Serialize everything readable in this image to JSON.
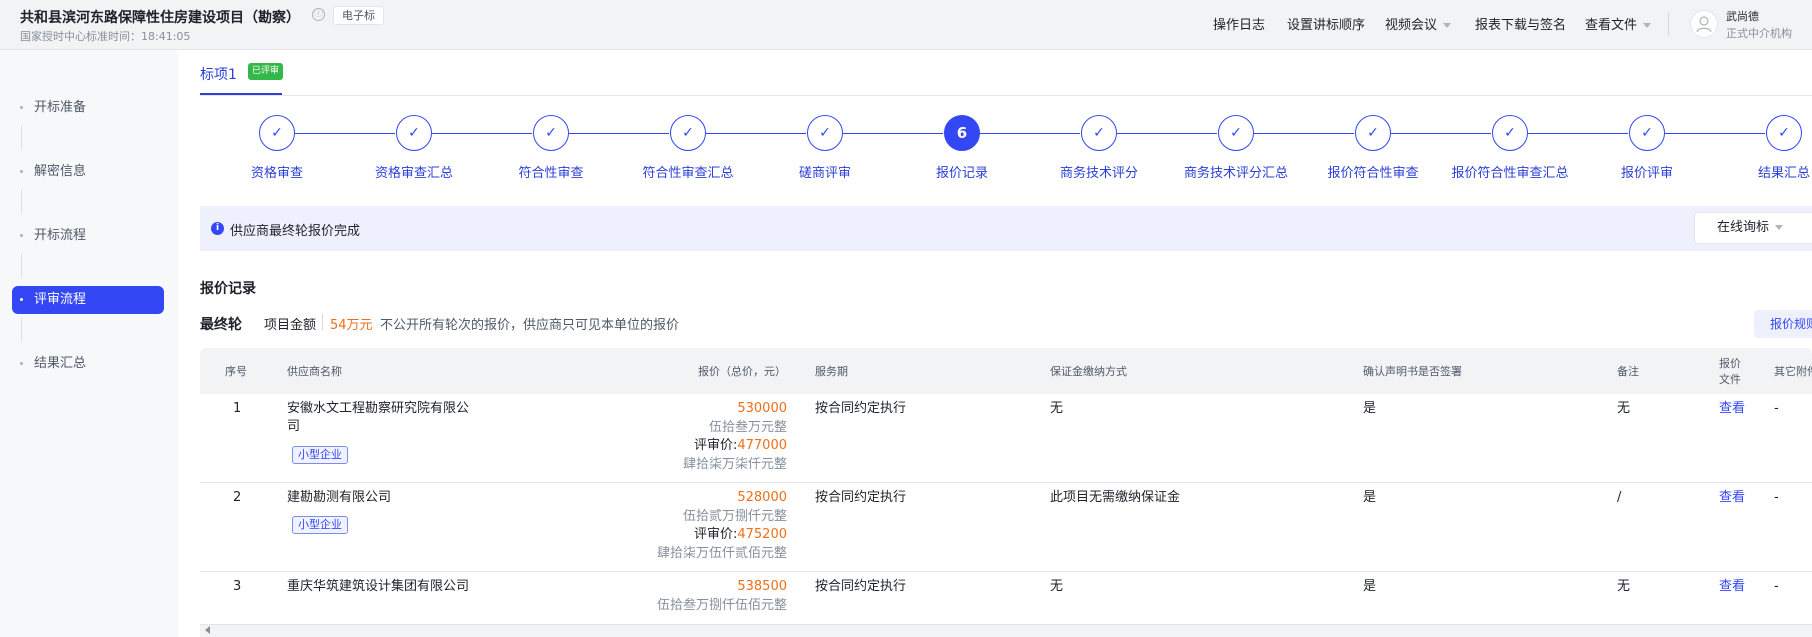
{
  "header": {
    "title": "共和县滨河东路保障性住房建设项目（勘察）",
    "info_icon": "ⓘ",
    "tag": "电子标",
    "time_label": "国家授时中心标准时间：18:41:05",
    "nav": {
      "log": "操作日志",
      "bid_order": "设置讲标顺序",
      "video": "视频会议",
      "report": "报表下载与签名",
      "files": "查看文件"
    },
    "user": {
      "name": "武尚德",
      "org": "正式中介机构"
    }
  },
  "sidebar": {
    "items": [
      {
        "label": "开标准备"
      },
      {
        "label": "解密信息"
      },
      {
        "label": "开标流程"
      },
      {
        "label": "评审流程"
      },
      {
        "label": "结果汇总"
      }
    ]
  },
  "main": {
    "tab": {
      "label": "标项1",
      "badge": "已评审"
    },
    "steps": [
      {
        "label": "资格审查",
        "mark": "✓"
      },
      {
        "label": "资格审查汇总",
        "mark": "✓"
      },
      {
        "label": "符合性审查",
        "mark": "✓"
      },
      {
        "label": "符合性审查汇总",
        "mark": "✓"
      },
      {
        "label": "磋商评审",
        "mark": "✓"
      },
      {
        "label": "报价记录",
        "mark": "6"
      },
      {
        "label": "商务技术评分",
        "mark": "✓"
      },
      {
        "label": "商务技术评分汇总",
        "mark": "✓"
      },
      {
        "label": "报价符合性审查",
        "mark": "✓"
      },
      {
        "label": "报价符合性审查汇总",
        "mark": "✓"
      },
      {
        "label": "报价评审",
        "mark": "✓"
      },
      {
        "label": "结果汇总",
        "mark": "✓"
      }
    ],
    "notice": {
      "icon": "i",
      "text": "供应商最终轮报价完成",
      "select": "在线询标"
    },
    "section_title": "报价记录",
    "round": {
      "label": "最终轮",
      "amount_label": "项目金额",
      "amount_value": "54万元",
      "note": "不公开所有轮次的报价，供应商只可见本单位的报价",
      "rule_button": "报价规则"
    }
  },
  "table": {
    "headers": {
      "seq": "序号",
      "supplier": "供应商名称",
      "price": "报价（总价，元）",
      "period": "服务期",
      "deposit": "保证金缴纳方式",
      "confirm": "确认声明书是否签署",
      "remark": "备注",
      "file_line1": "报价",
      "file_line2": "文件",
      "other": "其它附件"
    },
    "rows": [
      {
        "seq": "1",
        "supplier_line1": "安徽水文工程勘察研究院有限公",
        "supplier_line2": "司",
        "tag": "小型企业",
        "price": "530000",
        "price_words": "伍拾叁万元整",
        "eval_label": "评审价:",
        "eval_price": "477000",
        "eval_words": "肆拾柒万柒仟元整",
        "period": "按合同约定执行",
        "deposit": "无",
        "confirm": "是",
        "remark": "无",
        "file": "查看",
        "other": "-"
      },
      {
        "seq": "2",
        "supplier_line1": "建勘勘测有限公司",
        "tag": "小型企业",
        "price": "528000",
        "price_words": "伍拾贰万捌仟元整",
        "eval_label": "评审价:",
        "eval_price": "475200",
        "eval_words": "肆拾柒万伍仟贰佰元整",
        "period": "按合同约定执行",
        "deposit": "此项目无需缴纳保证金",
        "confirm": "是",
        "remark": "/",
        "file": "查看",
        "other": "-"
      },
      {
        "seq": "3",
        "supplier_line1": "重庆华筑建筑设计集团有限公司",
        "price": "538500",
        "price_words": "伍拾叁万捌仟伍佰元整",
        "period": "按合同约定执行",
        "deposit": "无",
        "confirm": "是",
        "remark": "无",
        "file": "查看",
        "other": "-"
      }
    ]
  },
  "colors": {
    "primary": "#3347f5",
    "accent_orange": "#ee6f1a",
    "success_green": "#34b84a",
    "sidebar_bg": "#f7f8fa",
    "notice_bg": "#eef0fd"
  },
  "icons": {
    "info": "info-icon",
    "avatar": "user-avatar-icon",
    "dropdown": "caret-down-icon",
    "check": "check-icon",
    "scroll_left": "scroll-left-arrow-icon"
  }
}
